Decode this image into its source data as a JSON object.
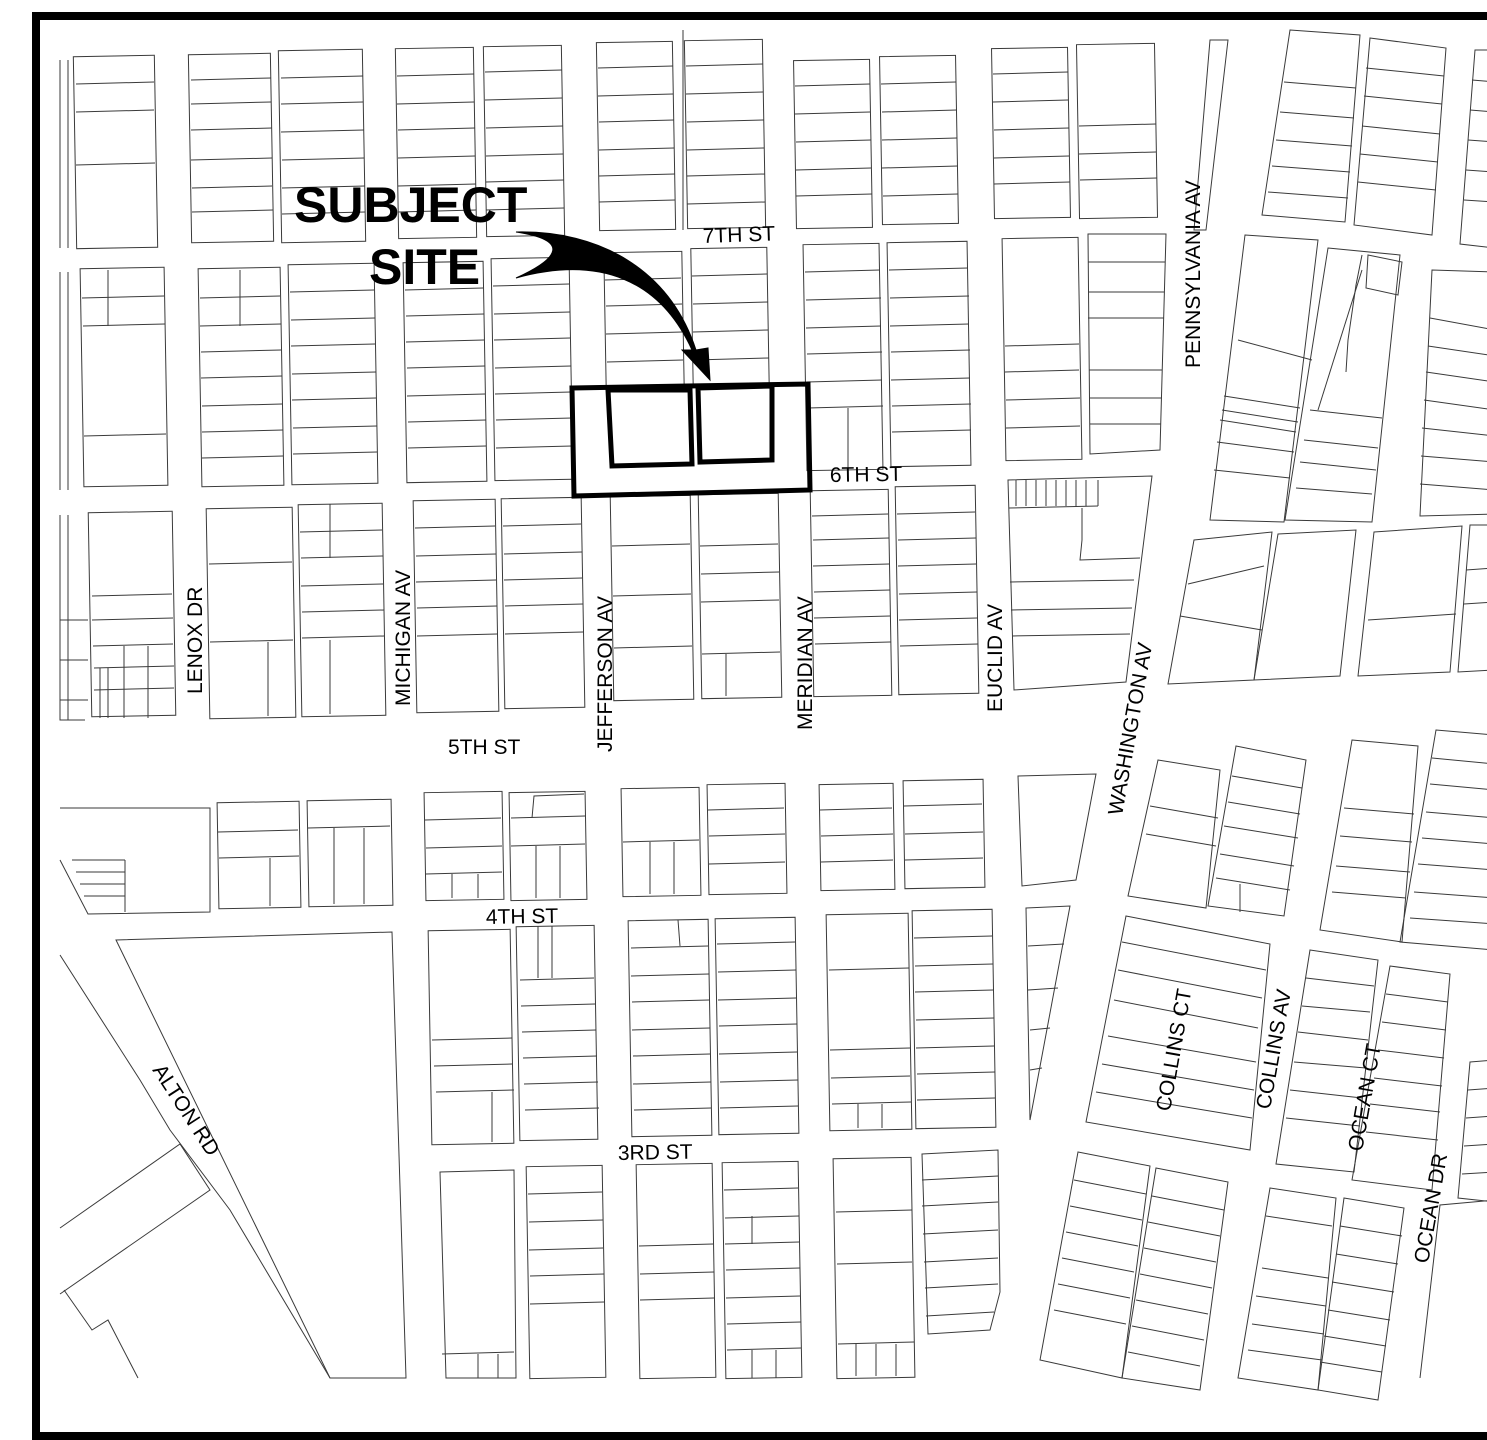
{
  "map": {
    "callout": {
      "line1": "SUBJECT",
      "line2": "SITE"
    },
    "streets": {
      "seventh": "7TH ST",
      "sixth": "6TH ST",
      "fifth": "5TH ST",
      "fourth": "4TH ST",
      "third": "3RD ST",
      "lenox": "LENOX DR",
      "michigan": "MICHIGAN AV",
      "jefferson": "JEFFERSON AV",
      "meridian": "MERIDIAN AV",
      "euclid": "EUCLID AV",
      "washington": "WASHINGTON AV",
      "pennsylvania": "PENNSYLVANIA AV",
      "alton": "ALTON RD",
      "collins_ct": "COLLINS CT",
      "collins_av": "COLLINS AV",
      "ocean_ct": "OCEAN CT",
      "ocean_dr": "OCEAN DR"
    },
    "colors": {
      "ink": "#000000",
      "parcel": "#3a3a3a",
      "paper": "#ffffff"
    }
  }
}
